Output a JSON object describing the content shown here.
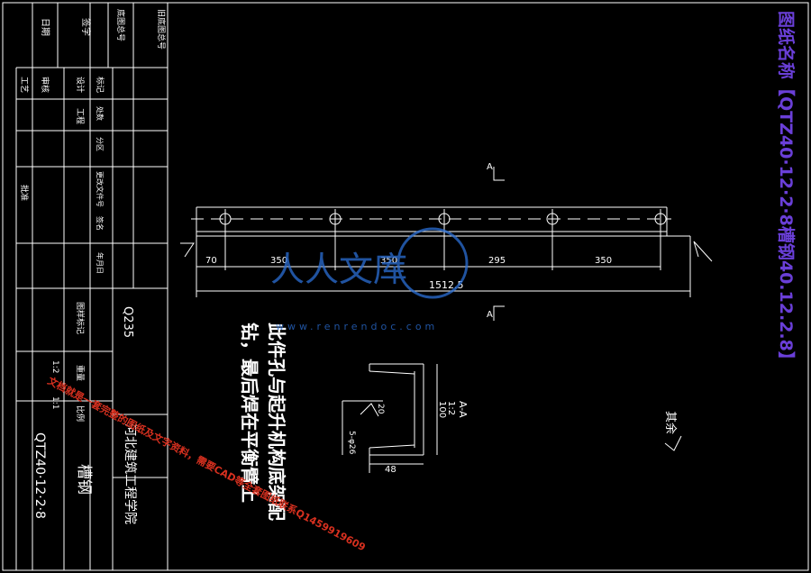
{
  "colors": {
    "background": "#000000",
    "line": "#ffffff",
    "watermark_blue": "#2b6fd6",
    "title_purple": "#6a3fd8",
    "stamp_red": "#d8301f",
    "stamp_orange": "#d89a1f"
  },
  "right_title": "图纸名称【QTZ40·12·2·8槽钢40.12.2.8】",
  "drawing_number": "QTZ40·12·2·8",
  "part_name": "槽钢",
  "school": "河北建筑工程学院",
  "material": "Q235",
  "note_line1": "此件孔与起升机构底架配",
  "note_line2": "钻，最后焊在平衡臂上",
  "rest_roughness": "其余",
  "section_label": "A-A",
  "section_scale": "1:2",
  "view_marker": "A",
  "watermark_text": "人人文库",
  "watermark_url": "www.renrendoc.com",
  "stamp_text": "文档就是一套完整的图纸及文字资料，需要CAD等全套图纸联系Q1459919609",
  "dimensions": {
    "d70": "70",
    "d350a": "350",
    "d350b": "350",
    "d295": "295",
    "d350c": "350",
    "d1512": "1512.5",
    "h100": "100",
    "w48": "48",
    "holes": "5-φ26",
    "c20": "20"
  },
  "left_block": {
    "col1": [
      "日期",
      "签字",
      "底图总号",
      "旧底图总号"
    ],
    "col2": [
      "审核",
      "工艺",
      "批准"
    ],
    "col3": [
      "标记",
      "设计",
      "工程"
    ],
    "col4": [
      "处数",
      "分区",
      "更改文件号",
      "签名",
      "年月日"
    ],
    "col5": [
      "图样标记",
      "重量",
      "比例"
    ],
    "vals": [
      "1:2",
      "1:1"
    ]
  }
}
